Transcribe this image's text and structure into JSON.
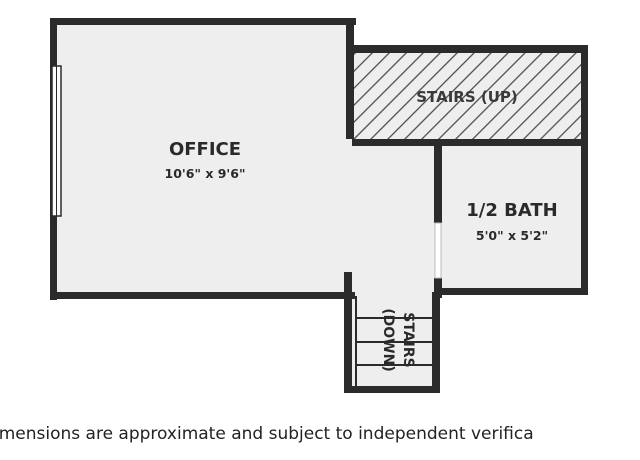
{
  "rooms": {
    "office": {
      "name": "OFFICE",
      "dimensions": "10'6\" x 9'6\""
    },
    "half_bath": {
      "name": "1/2 BATH",
      "dimensions": "5'0\" x 5'2\""
    }
  },
  "stairs": {
    "up": {
      "label": "STAIRS (UP)"
    },
    "down": {
      "label_line1": "STAIRS",
      "label_line2": "(DOWN)"
    }
  },
  "disclaimer": "imensions are approximate and subject to independent verifica",
  "colors": {
    "wall": "#2b2b2b",
    "floor": "#eeeeee",
    "hatch": "#4a4a4a"
  }
}
